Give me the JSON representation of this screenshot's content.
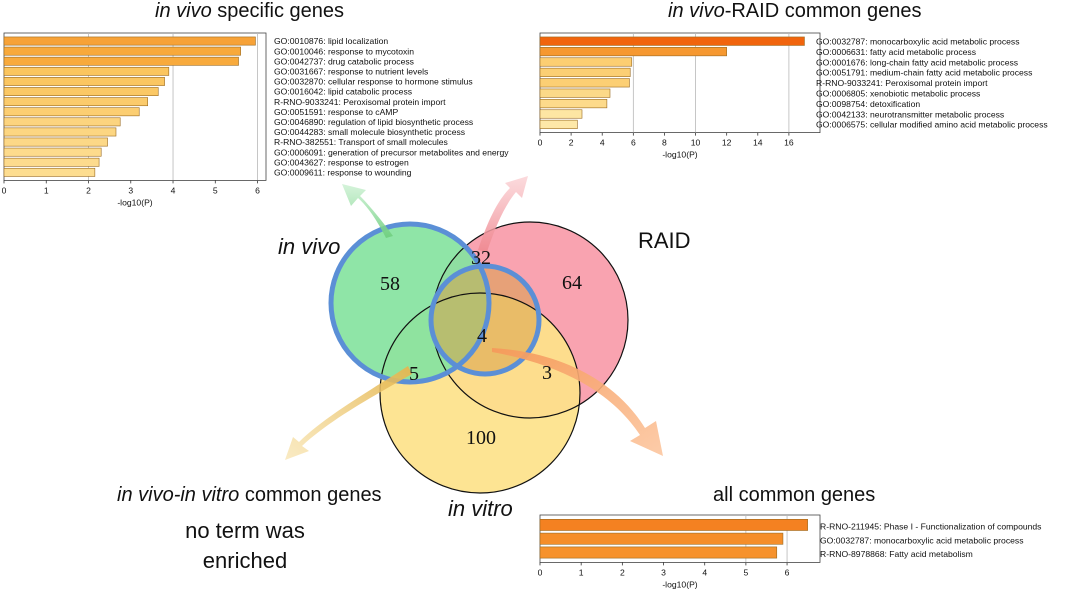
{
  "titles": {
    "in_vivo_specific": {
      "italic": "in vivo",
      "rest": " specific genes"
    },
    "in_vivo_raid": {
      "italic": "in vivo",
      "rest": "-RAID common genes"
    },
    "in_vivo_in_vitro": {
      "italic": "in vivo-in vitro",
      "rest": " common genes"
    },
    "all_common": {
      "italic": "",
      "rest": "all common genes"
    }
  },
  "note_no_term": {
    "line1": "no term was",
    "line2": "enriched"
  },
  "venn": {
    "set_labels": {
      "in_vivo": "in vivo",
      "raid": "RAID",
      "in_vitro": "in vitro"
    },
    "counts": {
      "in_vivo_only": "58",
      "raid_only": "64",
      "in_vitro_only": "100",
      "in_vivo_raid": "32",
      "in_vivo_in_vitro": "5",
      "raid_in_vitro": "3",
      "all": "4"
    },
    "colors": {
      "in_vivo": "#86e3a0",
      "raid": "#f9a3b0",
      "in_vitro": "#fde28a",
      "outline": "#5b8fd6"
    }
  },
  "chart_data": [
    {
      "type": "bar",
      "orientation": "horizontal",
      "title": "in vivo specific genes",
      "xlabel": "-log10(P)",
      "xlim": [
        0,
        6.2
      ],
      "xticks": [
        0,
        1,
        2,
        3,
        4,
        5,
        6
      ],
      "grid": "vertical at major ticks",
      "categories": [
        "GO:0010876: lipid localization",
        "GO:0010046: response to mycotoxin",
        "GO:0042737: drug catabolic process",
        "GO:0031667: response to nutrient levels",
        "GO:0032870: cellular response to hormone stimulus",
        "GO:0016042: lipid catabolic process",
        "R-RNO-9033241: Peroxisomal protein import",
        "GO:0051591: response to cAMP",
        "GO:0046890: regulation of lipid biosynthetic process",
        "GO:0044283: small molecule biosynthetic process",
        "R-RNO-382551: Transport of small molecules",
        "GO:0006091: generation of precursor metabolites and energy",
        "GO:0043627: response to estrogen",
        "GO:0009611: response to wounding"
      ],
      "values": [
        5.95,
        5.6,
        5.55,
        3.9,
        3.8,
        3.65,
        3.4,
        3.2,
        2.75,
        2.65,
        2.45,
        2.3,
        2.25,
        2.15
      ]
    },
    {
      "type": "bar",
      "orientation": "horizontal",
      "title": "in vivo-RAID common genes",
      "xlabel": "-log10(P)",
      "xlim": [
        0,
        18
      ],
      "xticks": [
        0,
        2,
        4,
        6,
        8,
        10,
        12,
        14,
        16
      ],
      "grid": "vertical at ticks 6, 10, 16",
      "categories": [
        "GO:0032787: monocarboxylic acid metabolic process",
        "GO:0006631: fatty acid metabolic process",
        "GO:0001676: long-chain fatty acid metabolic process",
        "GO:0051791: medium-chain fatty acid metabolic process",
        "R-RNO-9033241: Peroxisomal protein import",
        "GO:0006805: xenobiotic metabolic process",
        "GO:0098754: detoxification",
        "GO:0042133: neurotransmitter metabolic process",
        "GO:0006575: cellular modified amino acid metabolic process"
      ],
      "values": [
        17.0,
        12.0,
        5.9,
        5.8,
        5.75,
        4.5,
        4.3,
        2.7,
        2.4
      ]
    },
    {
      "type": "bar",
      "orientation": "horizontal",
      "title": "all common genes",
      "xlabel": "-log10(P)",
      "xlim": [
        0,
        6.8
      ],
      "xticks": [
        0,
        1,
        2,
        3,
        4,
        5,
        6
      ],
      "grid": "vertical at ticks 5, 6",
      "categories": [
        "R-RNO-211945: Phase I - Functionalization of compounds",
        "GO:0032787: monocarboxylic acid metabolic process",
        "R-RNO-8978868: Fatty acid metabolism"
      ],
      "values": [
        6.5,
        5.9,
        5.75
      ]
    }
  ]
}
